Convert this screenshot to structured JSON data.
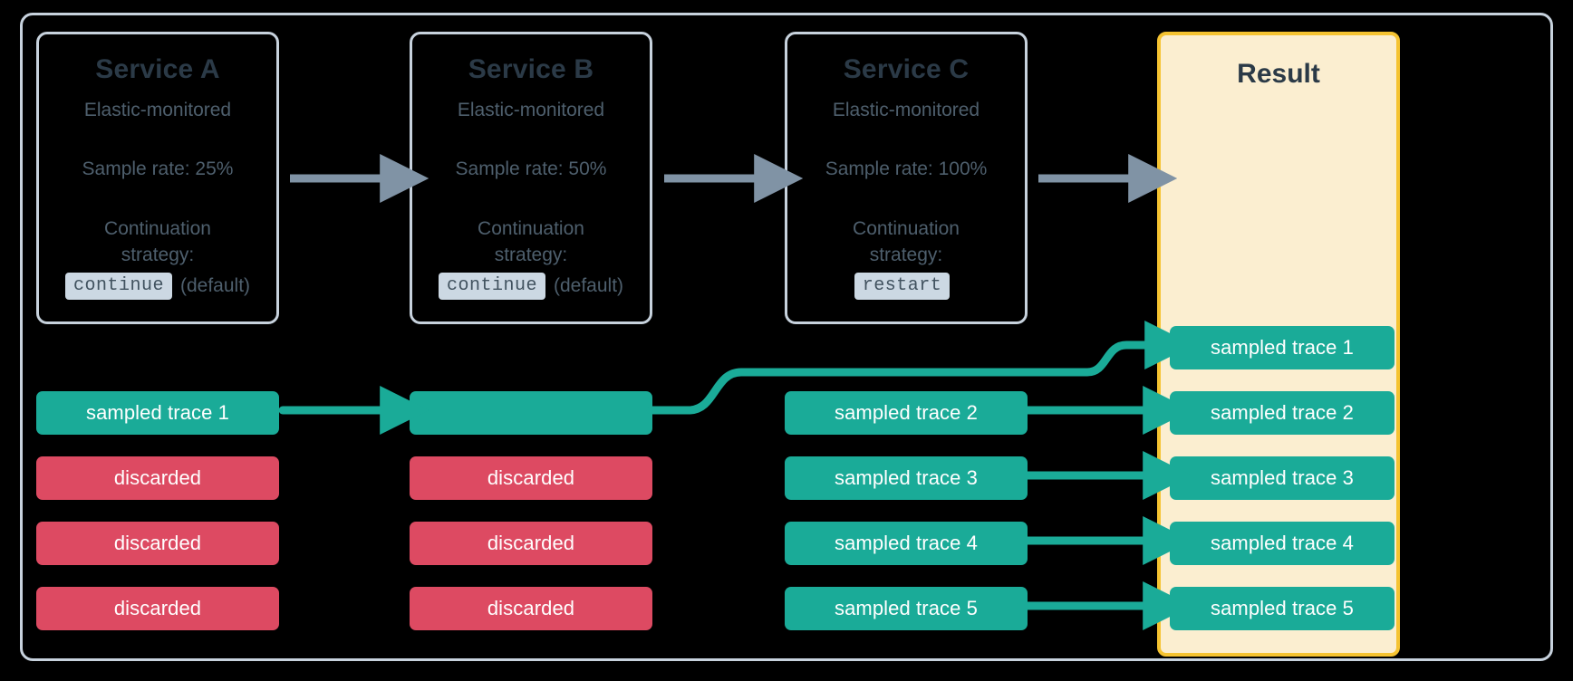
{
  "diagram": {
    "title": "Distributed tracing sampling continuation strategies",
    "colors": {
      "canvas_background": "#000000",
      "canvas_border": "#c7d2dd",
      "service_border": "#c7d2dd",
      "service_text": "#4e5f6d",
      "service_title_text": "#2b3a47",
      "code_badge_background": "#ccd8e3",
      "sampled_green": "#1aab98",
      "discarded_red": "#dd4a62",
      "result_border_yellow": "#f5c331",
      "result_fill_cream": "#fbeed0",
      "gray_arrow": "#8093a5"
    }
  },
  "services": [
    {
      "id": "service-a",
      "title": "Service A",
      "subtitle": "Elastic-monitored",
      "sample_rate": "Sample rate: 25%",
      "strategy_label": "Continuation\nstrategy:",
      "strategy_line1": "Continuation",
      "strategy_line2": "strategy:",
      "strategy_code": "continue",
      "strategy_note": "(default)"
    },
    {
      "id": "service-b",
      "title": "Service B",
      "subtitle": "Elastic-monitored",
      "sample_rate": "Sample rate: 50%",
      "strategy_line1": "Continuation",
      "strategy_line2": "strategy:",
      "strategy_code": "continue",
      "strategy_note": "(default)"
    },
    {
      "id": "service-c",
      "title": "Service C",
      "subtitle": "Elastic-monitored",
      "sample_rate": "Sample rate: 100%",
      "strategy_line1": "Continuation",
      "strategy_line2": "strategy:",
      "strategy_code": "restart",
      "strategy_note": ""
    }
  ],
  "result": {
    "title": "Result"
  },
  "columns": {
    "service_a_traces": [
      {
        "label": "sampled trace 1",
        "state": "sampled"
      },
      {
        "label": "discarded",
        "state": "discarded"
      },
      {
        "label": "discarded",
        "state": "discarded"
      },
      {
        "label": "discarded",
        "state": "discarded"
      }
    ],
    "service_b_traces": [
      {
        "label": "",
        "state": "sampled"
      },
      {
        "label": "discarded",
        "state": "discarded"
      },
      {
        "label": "discarded",
        "state": "discarded"
      },
      {
        "label": "discarded",
        "state": "discarded"
      }
    ],
    "service_c_traces": [
      {
        "label": "sampled trace 2",
        "state": "sampled"
      },
      {
        "label": "sampled trace 3",
        "state": "sampled"
      },
      {
        "label": "sampled trace 4",
        "state": "sampled"
      },
      {
        "label": "sampled trace 5",
        "state": "sampled"
      }
    ],
    "result_traces": [
      {
        "label": "sampled trace 1",
        "state": "sampled"
      },
      {
        "label": "sampled trace 2",
        "state": "sampled"
      },
      {
        "label": "sampled trace 3",
        "state": "sampled"
      },
      {
        "label": "sampled trace 4",
        "state": "sampled"
      },
      {
        "label": "sampled trace 5",
        "state": "sampled"
      }
    ]
  }
}
